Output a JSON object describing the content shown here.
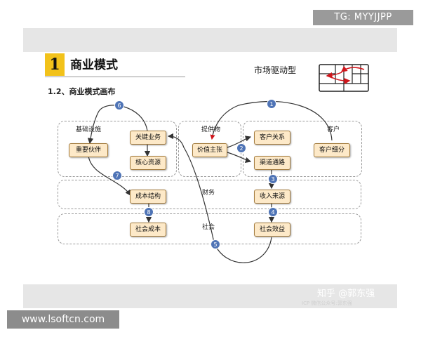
{
  "watermark_tag": "TG: MYYJJPP",
  "watermark_site": "www.lsoftcn.com",
  "watermark_zhihu": "知乎 @郭东强",
  "watermark_small": "ICP 微信公众号:郭东强",
  "section": {
    "number": "1",
    "title": "商业模式",
    "subtitle": "1.2、商业模式画布",
    "market_label": "市场驱动型"
  },
  "regions": {
    "infrastructure": "基础设施",
    "offering": "提供物",
    "customer": "客户",
    "finance": "财务",
    "society": "社会"
  },
  "nodes": {
    "key_partners": "重要伙伴",
    "key_activities": "关键业务",
    "key_resources": "核心资源",
    "value_proposition": "价值主张",
    "customer_relationships": "客户关系",
    "channels": "渠道通路",
    "customer_segments": "客户细分",
    "cost_structure": "成本结构",
    "revenue_streams": "收入来源",
    "social_cost": "社会成本",
    "social_benefit": "社会效益"
  },
  "steps": [
    "1",
    "2",
    "3",
    "4",
    "5",
    "6",
    "7",
    "8"
  ],
  "colors": {
    "node_fill": "#fde9c8",
    "node_border": "#a27a3c",
    "arrow": "#333333",
    "step_badge": "#4f74b6",
    "number_box": "#f2c21a",
    "grid_arrow": "#d0161c"
  }
}
